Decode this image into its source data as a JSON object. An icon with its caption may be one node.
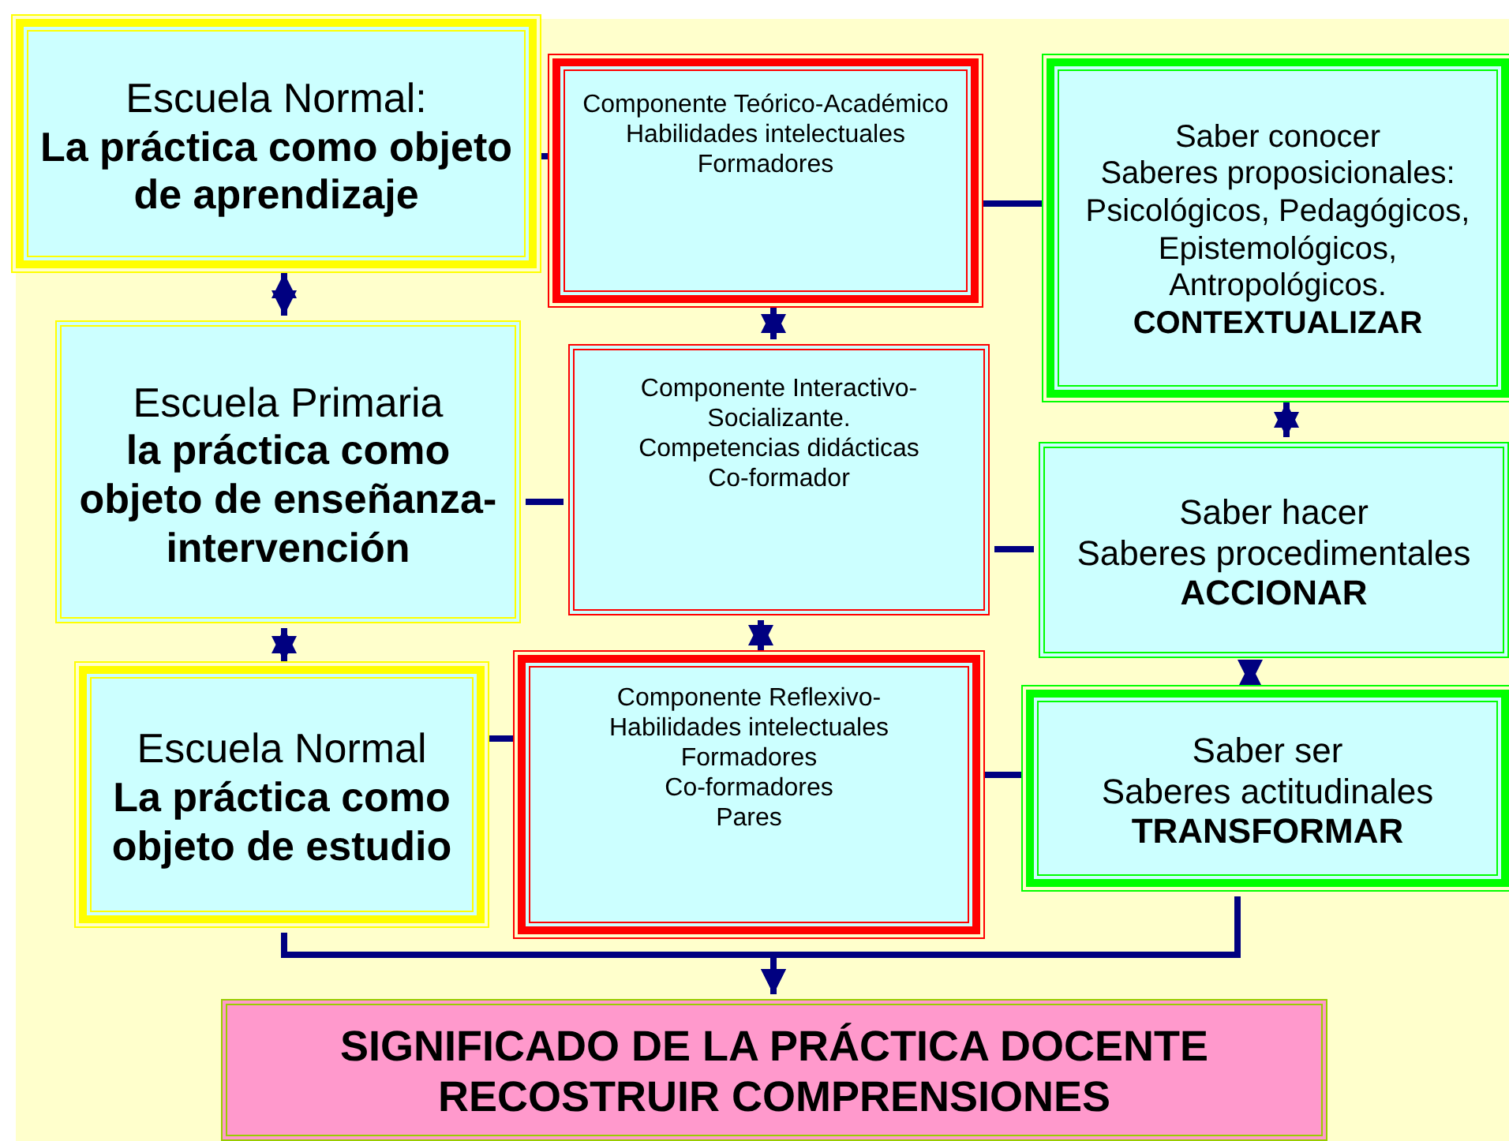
{
  "diagram": {
    "nodes": [
      {
        "text": [
          "Escuela Normal:",
          "La práctica como objeto de aprendizaje"
        ]
      },
      {
        "text": [
          "Escuela Primaria",
          "la práctica como objeto de enseñanza-intervención"
        ]
      },
      {
        "text": [
          "Escuela Normal",
          "La práctica como objeto de estudio"
        ]
      },
      {
        "text": [
          "Componente Teórico-Académico",
          "Habilidades intelectuales",
          "Formadores"
        ]
      },
      {
        "text": [
          "Componente Interactivo-Socializante.",
          "Competencias didácticas",
          "Co-formador"
        ]
      },
      {
        "text": [
          "Componente Reflexivo-",
          "Habilidades intelectuales",
          "Formadores",
          "Co-formadores",
          "Pares"
        ]
      },
      {
        "text": [
          "Saber conocer",
          "Saberes proposicionales: Psicológicos, Pedagógicos, Epistemológicos, Antropológicos.",
          "CONTEXTUALIZAR"
        ]
      },
      {
        "text": [
          "Saber hacer",
          "Saberes procedimentales",
          "ACCIONAR"
        ]
      },
      {
        "text": [
          "Saber ser",
          "Saberes actitudinales",
          "TRANSFORMAR"
        ]
      },
      {
        "text": [
          "SIGNIFICADO DE LA PRÁCTICA DOCENTE",
          "RECOSTRUIR COMPRENSIONES"
        ]
      }
    ],
    "edges": [
      {
        "from": 0,
        "to": 1,
        "arrow": "both"
      },
      {
        "from": 1,
        "to": 2,
        "arrow": "both"
      },
      {
        "from": 3,
        "to": 4,
        "arrow": "both"
      },
      {
        "from": 4,
        "to": 5,
        "arrow": "both"
      },
      {
        "from": 6,
        "to": 7,
        "arrow": "both"
      },
      {
        "from": 7,
        "to": 8,
        "arrow": "both"
      },
      {
        "from": 0,
        "to": 3,
        "arrow": "none"
      },
      {
        "from": 1,
        "to": 4,
        "arrow": "none"
      },
      {
        "from": 2,
        "to": 5,
        "arrow": "none"
      },
      {
        "from": 3,
        "to": 6,
        "arrow": "none"
      },
      {
        "from": 4,
        "to": 7,
        "arrow": "none"
      },
      {
        "from": 5,
        "to": 8,
        "arrow": "none"
      },
      {
        "from": 2,
        "to": 9,
        "arrow": "to"
      },
      {
        "from": 8,
        "to": 9,
        "arrow": "to"
      }
    ]
  }
}
